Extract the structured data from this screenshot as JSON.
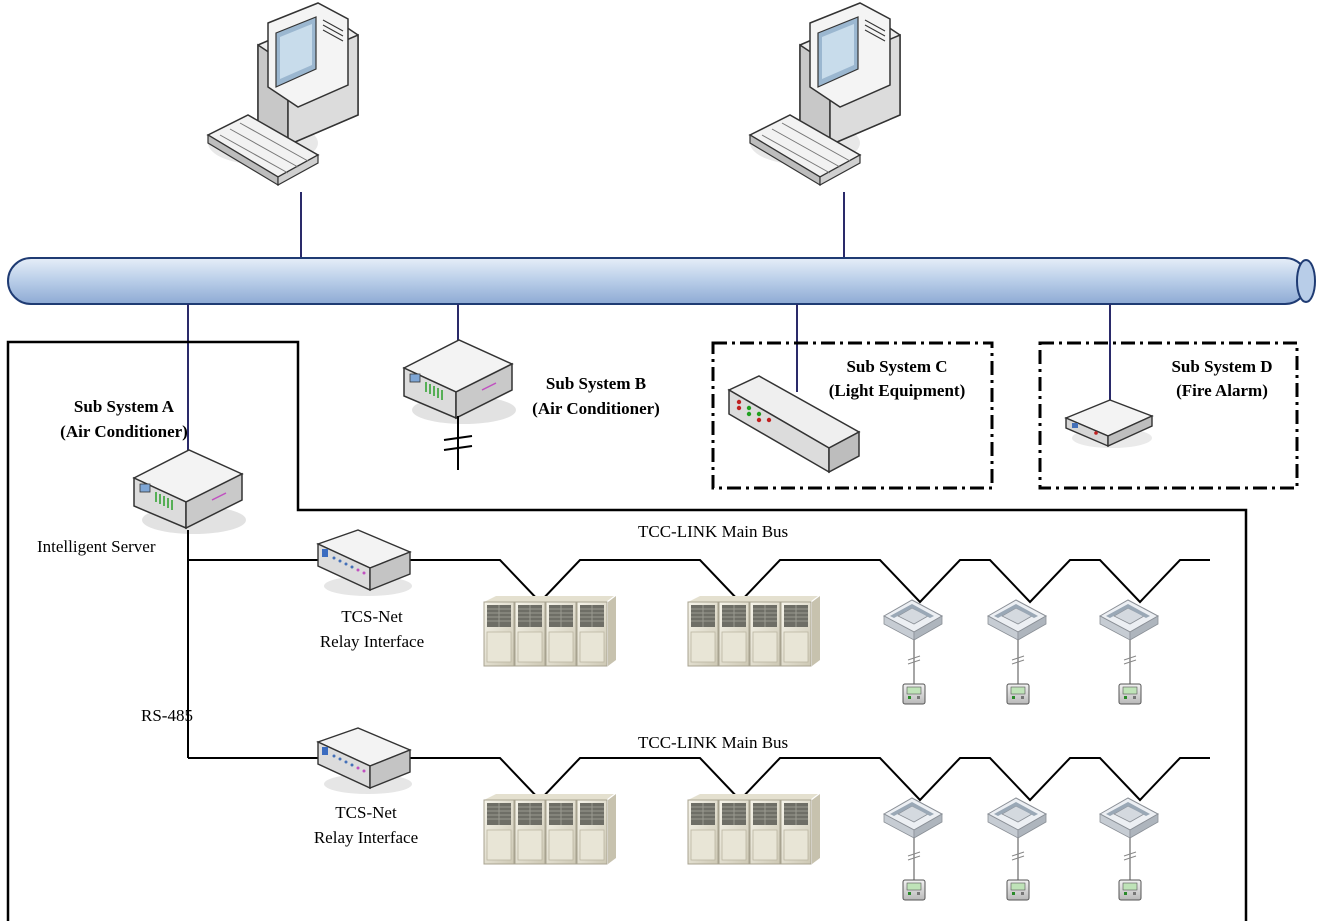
{
  "labels": {
    "sub_a_title": "Sub System A",
    "sub_a_desc": "(Air Conditioner)",
    "sub_b_title": "Sub System B",
    "sub_b_desc": "(Air Conditioner)",
    "sub_c_title": "Sub System C",
    "sub_c_desc": "(Light Equipment)",
    "sub_d_title": "Sub System D",
    "sub_d_desc": "(Fire Alarm)",
    "intelligent_server": "Intelligent Server",
    "rs485": "RS-485",
    "bus_1": "TCC-LINK Main Bus",
    "bus_2": "TCC-LINK Main Bus",
    "relay_1_line1": "TCS-Net",
    "relay_1_line2": "Relay Interface",
    "relay_2_line1": "TCS-Net",
    "relay_2_line2": "Relay Interface"
  },
  "icons": {
    "workstation": "desktop-computer-icon",
    "gateway": "network-gateway-icon",
    "switch": "network-switch-icon",
    "alarm_box": "fire-alarm-module-icon",
    "relay": "relay-interface-icon",
    "outdoor_unit": "outdoor-condenser-icon",
    "indoor_unit": "ceiling-cassette-icon",
    "controller": "wall-controller-icon"
  },
  "colors": {
    "backbone_fill": "#c9d9ee",
    "backbone_stroke": "#1f3b73",
    "link_line": "#2a2a6a",
    "wire": "#000000"
  }
}
